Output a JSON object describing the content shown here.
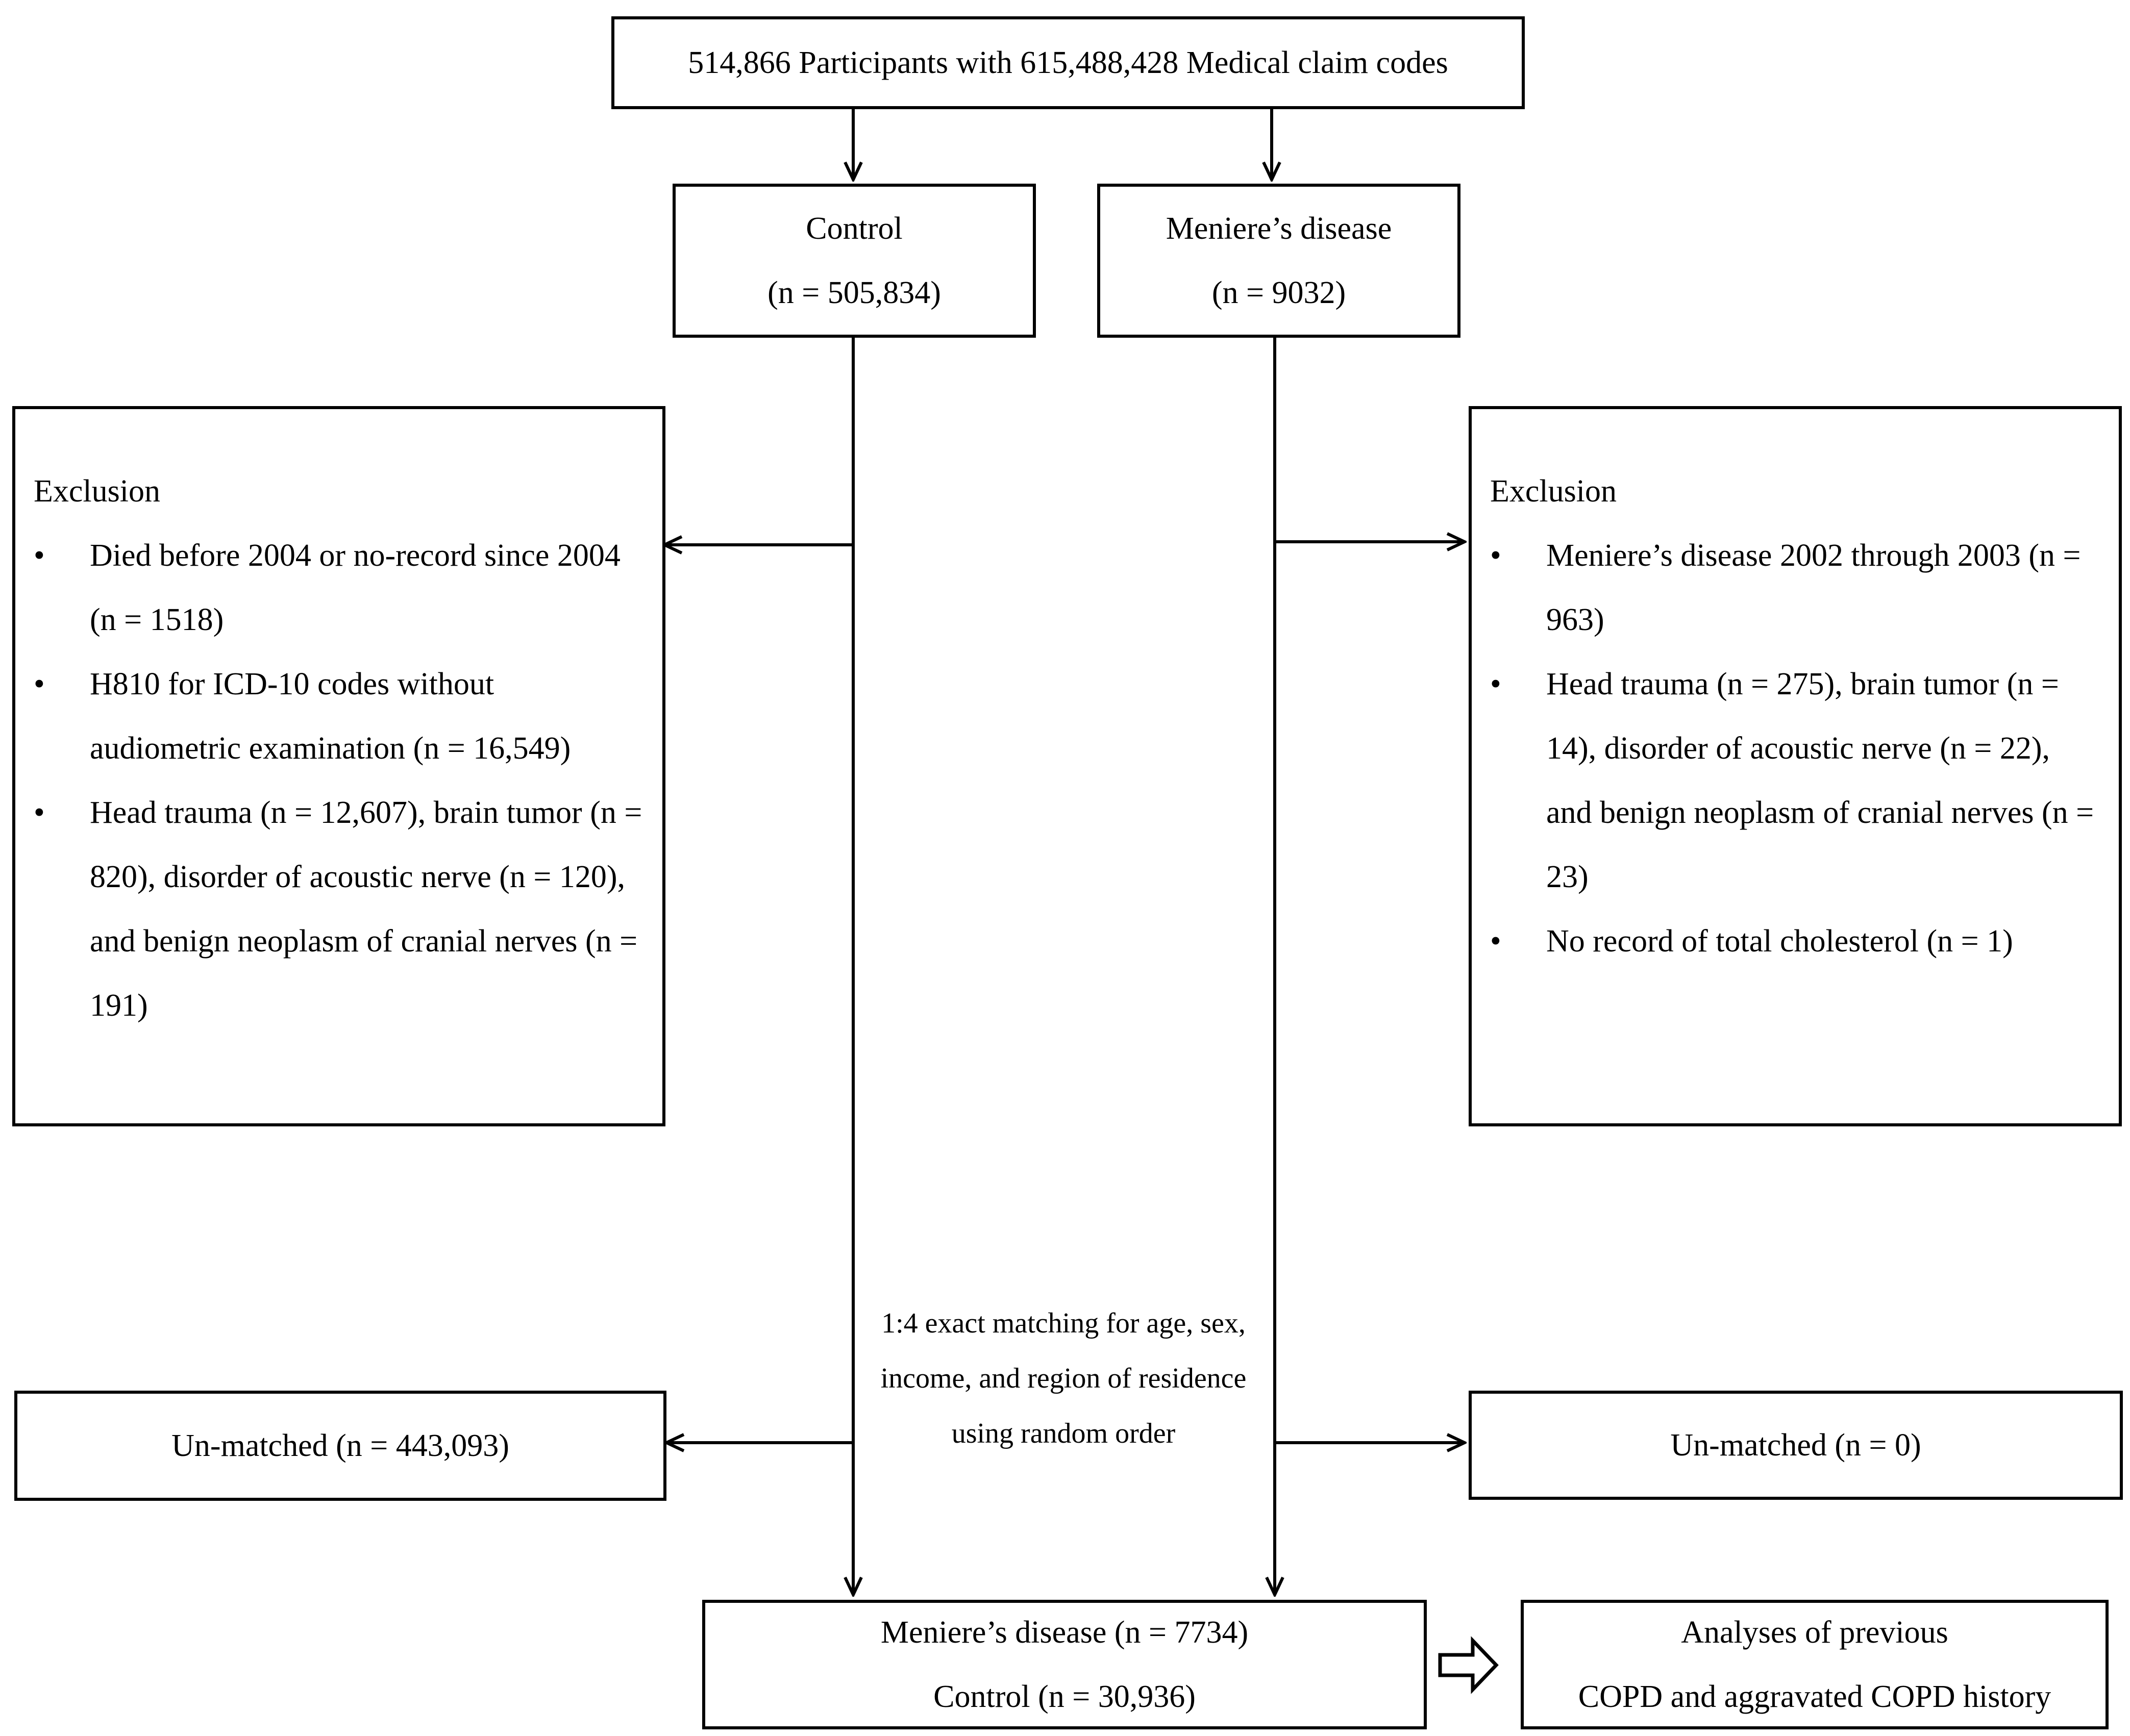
{
  "top": {
    "text": "514,866 Participants with 615,488,428 Medical claim codes"
  },
  "control": {
    "title": "Control",
    "n": "(n = 505,834)"
  },
  "md": {
    "title": "Meniere’s disease",
    "n": "(n = 9032)"
  },
  "left_exclusion": {
    "header": "Exclusion",
    "items": [
      "Died before 2004 or no-record since 2004 (n = 1518)",
      "H810 for ICD-10 codes without audiometric examination (n = 16,549)",
      "Head trauma (n = 12,607), brain tumor (n = 820), disorder of acoustic nerve (n = 120), and benign neoplasm of cranial nerves (n = 191)"
    ]
  },
  "right_exclusion": {
    "header": "Exclusion",
    "items": [
      "Meniere’s disease 2002 through 2003 (n = 963)",
      "Head trauma (n = 275), brain tumor (n = 14), disorder of acoustic nerve (n = 22), and benign neoplasm of cranial nerves (n = 23)",
      "No record of total cholesterol (n = 1)"
    ]
  },
  "matching": {
    "text": "1:4 exact matching for age, sex, income, and region of residence using random order"
  },
  "unmatched_left": {
    "text": "Un-matched (n = 443,093)"
  },
  "unmatched_right": {
    "text": "Un-matched (n = 0)"
  },
  "final": {
    "line1": "Meniere’s disease (n = 7734)",
    "line2": "Control (n = 30,936)"
  },
  "analysis": {
    "line1": "Analyses of previous",
    "line2": "COPD and aggravated COPD history"
  }
}
